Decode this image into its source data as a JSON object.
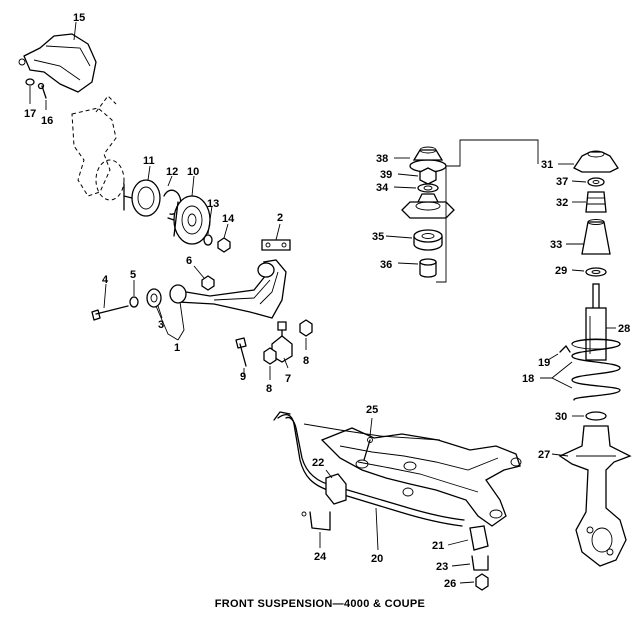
{
  "caption": "FRONT SUSPENSION—4000 & COUPE",
  "callouts": {
    "c1": "1",
    "c2": "2",
    "c3": "3",
    "c4": "4",
    "c5": "5",
    "c6": "6",
    "c7": "7",
    "c8a": "8",
    "c8b": "8",
    "c9": "9",
    "c10": "10",
    "c11": "11",
    "c12": "12",
    "c13": "13",
    "c14": "14",
    "c15": "15",
    "c16": "16",
    "c17": "17",
    "c18": "18",
    "c19": "19",
    "c20": "20",
    "c21": "21",
    "c22": "22",
    "c23": "23",
    "c24": "24",
    "c25": "25",
    "c26": "26",
    "c27": "27",
    "c28": "28",
    "c29": "29",
    "c30": "30",
    "c31": "31",
    "c32": "32",
    "c33": "33",
    "c34": "34",
    "c35": "35",
    "c36": "36",
    "c37": "37",
    "c38": "38",
    "c39": "39"
  }
}
